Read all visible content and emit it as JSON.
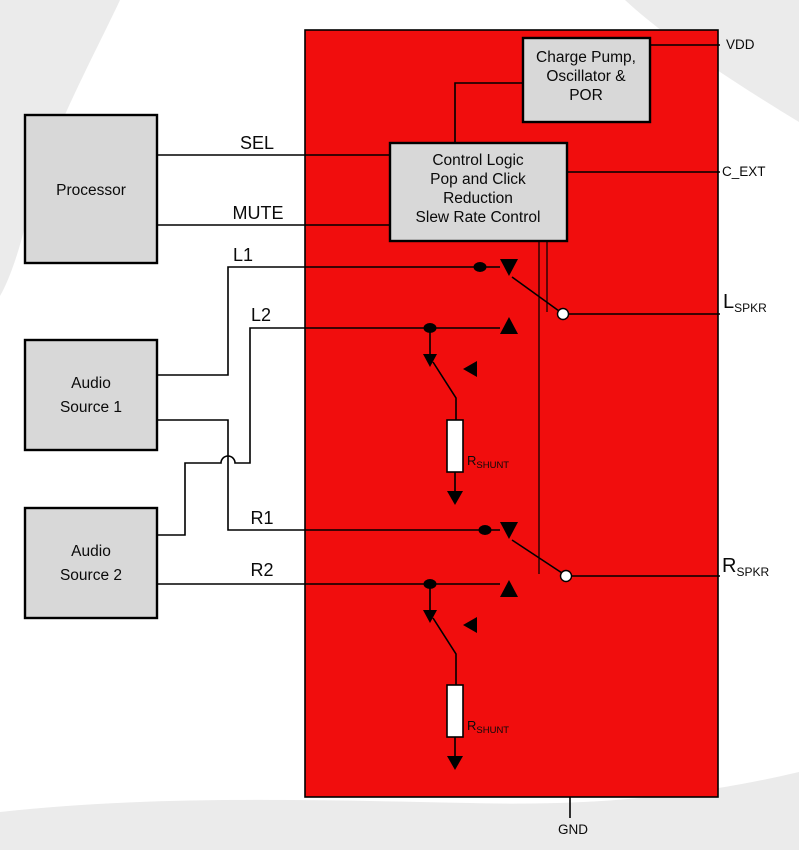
{
  "colors": {
    "chip_fill": "#F10D0D",
    "block_fill": "#D8D8D8",
    "watermark": "#EBEBEB",
    "line": "#000000"
  },
  "blocks": {
    "processor": {
      "label": "Processor"
    },
    "audio_source_1": {
      "line1": "Audio",
      "line2": "Source 1"
    },
    "audio_source_2": {
      "line1": "Audio",
      "line2": "Source 2"
    },
    "charge_pump": {
      "line1": "Charge Pump,",
      "line2": "Oscillator &",
      "line3": "POR"
    },
    "control_logic": {
      "line1": "Control Logic",
      "line2": "Pop and Click",
      "line3": "Reduction",
      "line4": "Slew Rate Control"
    }
  },
  "signals": {
    "sel": "SEL",
    "mute": "MUTE",
    "l1": "L1",
    "l2": "L2",
    "r1": "R1",
    "r2": "R2"
  },
  "pins": {
    "vdd": "VDD",
    "c_ext": "C_EXT",
    "gnd": "GND",
    "l_spkr": {
      "main": "L",
      "sub": "SPKR"
    },
    "r_spkr": {
      "main": "R",
      "sub": "SPKR"
    }
  },
  "components": {
    "r_shunt_left": {
      "main": "R",
      "sub": "SHUNT"
    },
    "r_shunt_right": {
      "main": "R",
      "sub": "SHUNT"
    }
  }
}
